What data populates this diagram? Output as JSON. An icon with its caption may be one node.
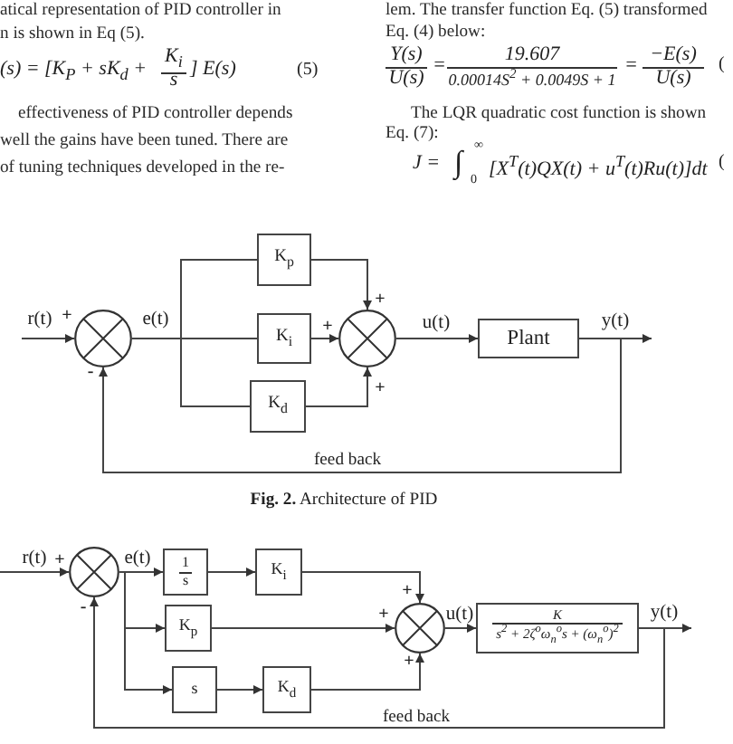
{
  "diagram": {
    "caption": "**Fig. 2.** Architecture of PID",
    "nodes": [
      {
        "text": [],
        "shape": "circle",
        "beside": [
          "+",
          "-"
        ]
      },
      {
        "text": [
          "K$_{p}$"
        ]
      },
      {
        "text": [
          "K$_{i}$"
        ]
      },
      {
        "text": [
          "K$_{d}$"
        ]
      },
      {
        "text": [],
        "shape": "circle",
        "beside": [
          "+",
          "+",
          "+"
        ]
      },
      {
        "text": [
          "Plant"
        ]
      },
      {
        "text": [],
        "shape": "circle",
        "beside": [
          "+",
          "-"
        ]
      },
      {
        "text": [
          "1",
          "s"
        ]
      },
      {
        "text": [
          "K$_{i}$"
        ]
      },
      {
        "text": [
          "K$_{p}$"
        ]
      },
      {
        "text": [
          "s"
        ]
      },
      {
        "text": [
          "K$_{d}$"
        ]
      },
      {
        "text": [],
        "shape": "circle",
        "beside": [
          "+",
          "+",
          "+"
        ]
      },
      {
        "text": [
          "K",
          "s$^{2}$ + 2ζ$^{o}$ω$_{n}$$^{o}$s + (ω$_{n}$$^{o}$)$^{2}$"
        ]
      }
    ],
    "edges": [
      {
        "from": null,
        "to": 0,
        "arrow": "to",
        "label": "r(t)"
      },
      {
        "from": 0,
        "to": 1,
        "arrow": "none"
      },
      {
        "from": 0,
        "to": 2,
        "arrow": "none",
        "label": "e(t)"
      },
      {
        "from": 0,
        "to": 3,
        "arrow": "none"
      },
      {
        "from": 1,
        "to": 4,
        "arrow": "to"
      },
      {
        "from": 2,
        "to": 4,
        "arrow": "to"
      },
      {
        "from": 3,
        "to": 4,
        "arrow": "to"
      },
      {
        "from": 4,
        "to": 5,
        "arrow": "to",
        "label": "u(t)"
      },
      {
        "from": 5,
        "to": null,
        "arrow": "to",
        "label": "y(t)"
      },
      {
        "from": 5,
        "to": 0,
        "arrow": "to",
        "label": "feed back"
      },
      {
        "from": null,
        "to": 6,
        "arrow": "to",
        "label": "r(t)"
      },
      {
        "from": 6,
        "to": 7,
        "arrow": "to",
        "label": "e(t)"
      },
      {
        "from": 6,
        "to": 9,
        "arrow": "to"
      },
      {
        "from": 6,
        "to": 10,
        "arrow": "to"
      },
      {
        "from": 7,
        "to": 8,
        "arrow": "to"
      },
      {
        "from": 10,
        "to": 11,
        "arrow": "to"
      },
      {
        "from": 8,
        "to": 12,
        "arrow": "to"
      },
      {
        "from": 9,
        "to": 12,
        "arrow": "to"
      },
      {
        "from": 11,
        "to": 12,
        "arrow": "to"
      },
      {
        "from": 12,
        "to": 13,
        "arrow": "to",
        "label": "u(t)"
      },
      {
        "from": 13,
        "to": null,
        "arrow": "to",
        "label": "y(t)"
      },
      {
        "from": 13,
        "to": 6,
        "arrow": "to",
        "label": "feed back"
      }
    ],
    "labels": [
      "atical representation of PID controller in",
      "n is shown in Eq (5).",
      "(s) = [K$_{P}$ + sK$_{d}$ +",
      "K$_{i}$",
      "s",
      "] E(s)",
      "(5)",
      "effectiveness of PID controller depends",
      "well the gains have been tuned. There are",
      "of tuning techniques developed in the re-",
      "lem. The transfer function Eq. (5) transformed",
      "Eq. (4) below:",
      "Y(s)",
      "U(s)",
      "=",
      "19.607",
      "0.00014S$^{2}$ + 0.0049S + 1",
      "=",
      "−E(s)",
      "U(s)",
      "(",
      "The LQR quadratic cost function is shown",
      "Eq. (7):",
      "J =",
      "∫",
      "∞",
      "0",
      "[X$^{T}$(t)QX(t) + u$^{T}$(t)Ru(t)]dt",
      "("
    ]
  }
}
